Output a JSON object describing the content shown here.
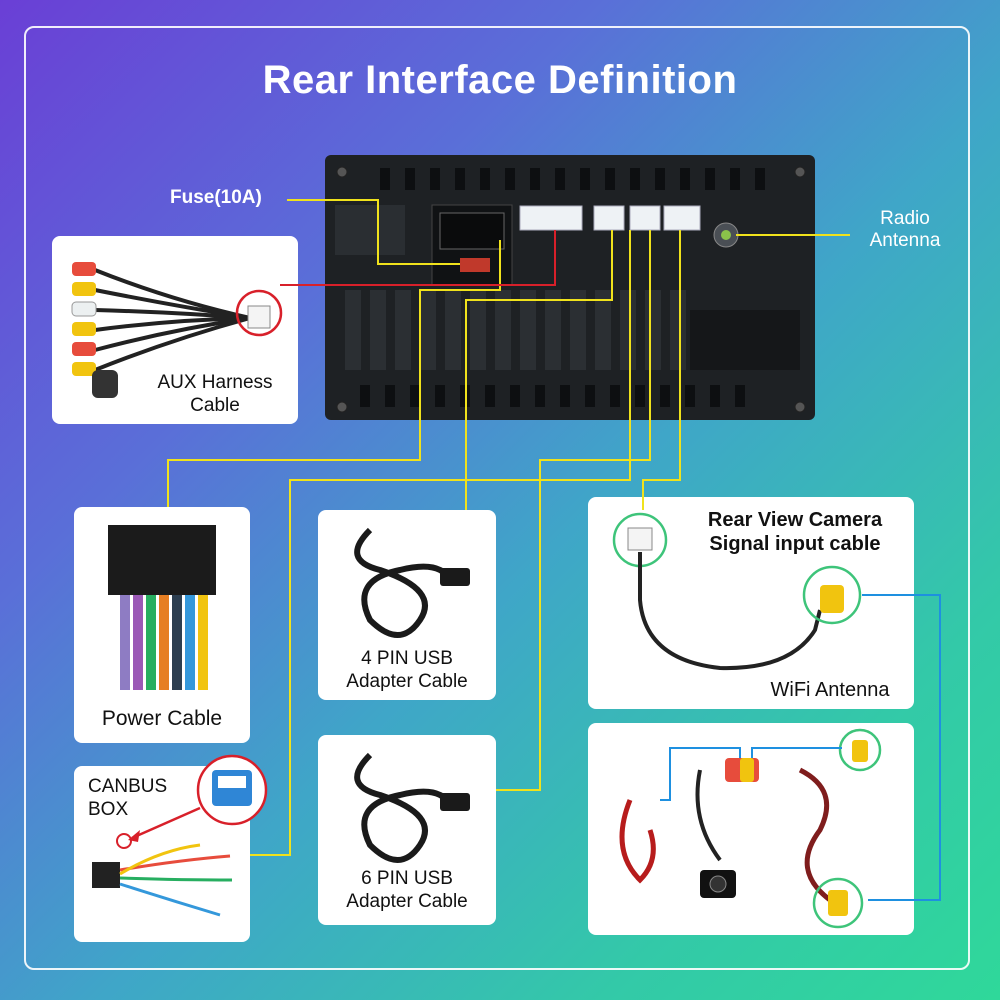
{
  "title": "Rear Interface Definition",
  "labels": {
    "fuse": "Fuse(10A)",
    "radio_antenna": "Radio\nAntenna",
    "aux_harness": "AUX Harness\nCable",
    "power_cable": "Power Cable",
    "usb4": "4 PIN USB\nAdapter Cable",
    "usb6": "6 PIN USB\nAdapter Cable",
    "rear_camera": "Rear View Camera\nSignal input cable",
    "wifi_antenna": "WiFi Antenna",
    "canbus_box": "CANBUS\nBOX"
  },
  "colors": {
    "connector_line": "#f0e21c",
    "highlight_red": "#d8202a",
    "highlight_green": "#3ec47a",
    "camera_link": "#1e90e0"
  }
}
